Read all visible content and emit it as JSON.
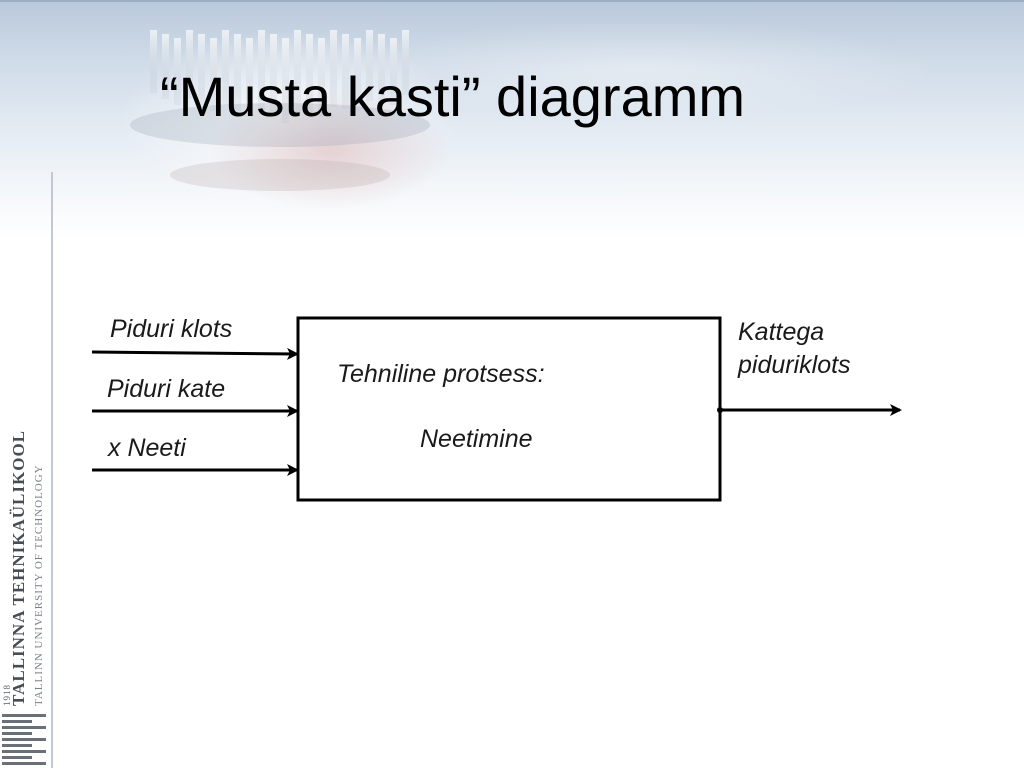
{
  "slide": {
    "title": "“Musta kasti” diagramm"
  },
  "logo": {
    "year": "1918",
    "name": "TALLINNA TEHNIKAÜLIKOOL",
    "subtitle": "TALLINN UNIVERSITY OF TECHNOLOGY"
  },
  "diagram": {
    "inputs": [
      {
        "label": "Piduri klots"
      },
      {
        "label": "Piduri kate"
      },
      {
        "label": "x Neeti"
      }
    ],
    "process": {
      "heading": "Tehniline protsess:",
      "name": "Neetimine"
    },
    "output": {
      "line1": "Kattega",
      "line2": "piduriklots"
    }
  },
  "colors": {
    "header_top": "#b9c8da",
    "header_fade": "#ffffff",
    "ink": "#000000",
    "logo_gray": "#5a6068"
  }
}
